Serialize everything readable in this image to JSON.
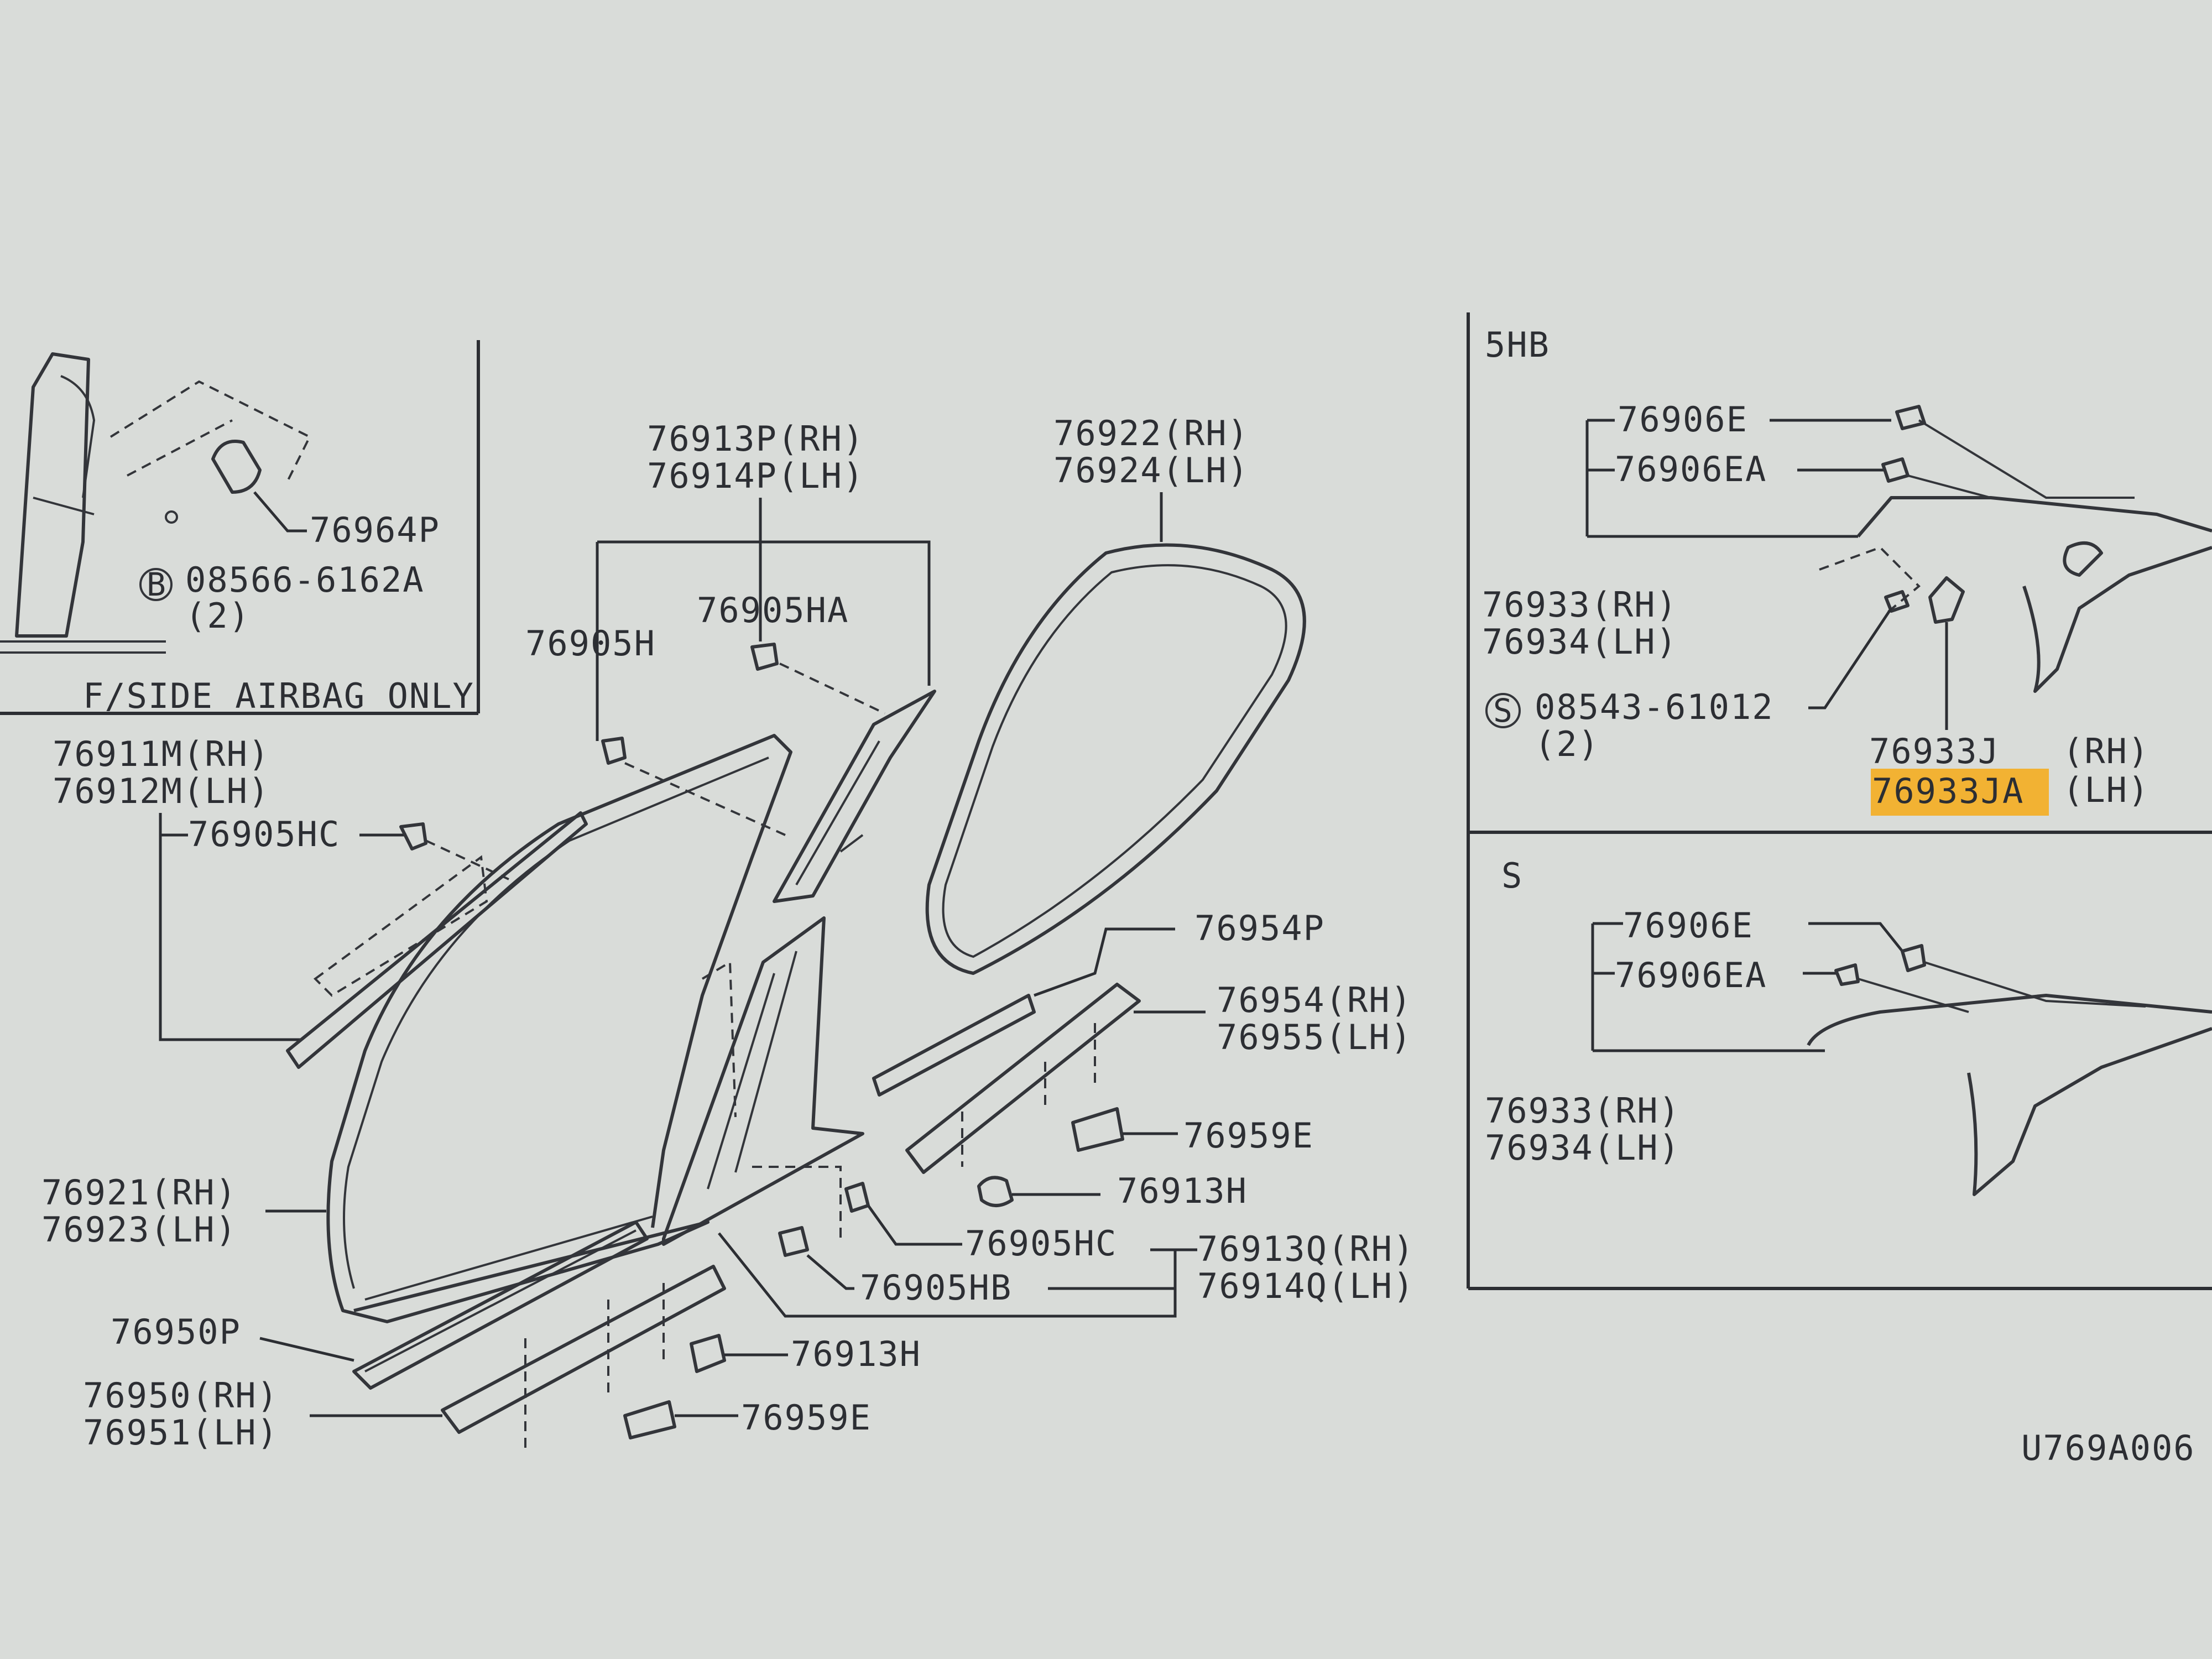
{
  "diagram": {
    "figure_code": "U769A006",
    "labels": {
      "p76964P": "76964P",
      "p08566": "08566-6162A",
      "p08566_bolt_symbol": "B",
      "p08566_qty": "(2)",
      "airbag_note": "F/SIDE AIRBAG ONLY",
      "p76913P": "76913P(RH)",
      "p76914P": "76914P(LH)",
      "p76922": "76922(RH)",
      "p76924": "76924(LH)",
      "p76905H": "76905H",
      "p76905HA": "76905HA",
      "p76911M": "76911M(RH)",
      "p76912M": "76912M(LH)",
      "p76905HC_a": "76905HC",
      "p76954P": "76954P",
      "p76954": "76954(RH)",
      "p76955": "76955(LH)",
      "p76959E_a": "76959E",
      "p76913H_a": "76913H",
      "p76905HC_b": "76905HC",
      "p76913Q": "76913Q(RH)",
      "p76914Q": "76914Q(LH)",
      "p76905HB": "76905HB",
      "p76921": "76921(RH)",
      "p76923": "76923(LH)",
      "p76950P": "76950P",
      "p76913H_b": "76913H",
      "p76950": "76950(RH)",
      "p76951": "76951(LH)",
      "p76959E_b": "76959E"
    },
    "panel_5hb": {
      "title": "5HB",
      "p76906E": "76906E",
      "p76906EA": "76906EA",
      "p76933": "76933(RH)",
      "p76934": "76934(LH)",
      "p08543": "08543-61012",
      "p08543_screw_symbol": "S",
      "p08543_qty": "(2)",
      "p76933J": "76933J",
      "p76933J_side": "(RH)",
      "p76933JA": "76933JA",
      "p76933JA_side": "(LH)"
    },
    "panel_s": {
      "title": "S",
      "p76906E": "76906E",
      "p76906EA": "76906EA",
      "p76933": "76933(RH)",
      "p76934": "76934(LH)"
    },
    "highlight_color": "#f2b233"
  }
}
